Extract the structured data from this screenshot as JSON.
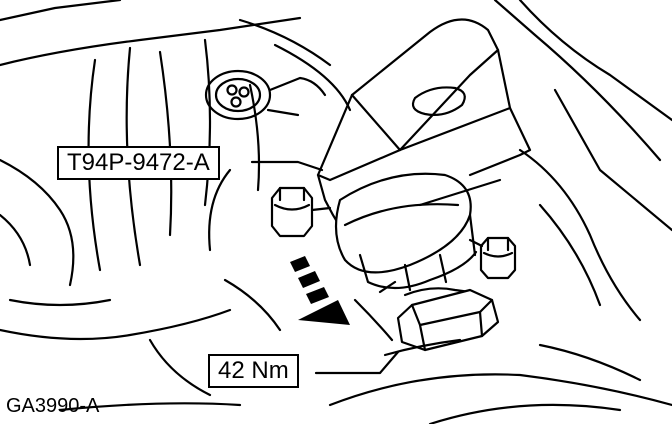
{
  "callouts": {
    "tool": "T94P-9472-A",
    "torque": "42 Nm"
  },
  "figure_id": "GA3990-A",
  "colors": {
    "line": "#000000",
    "background": "#ffffff"
  }
}
